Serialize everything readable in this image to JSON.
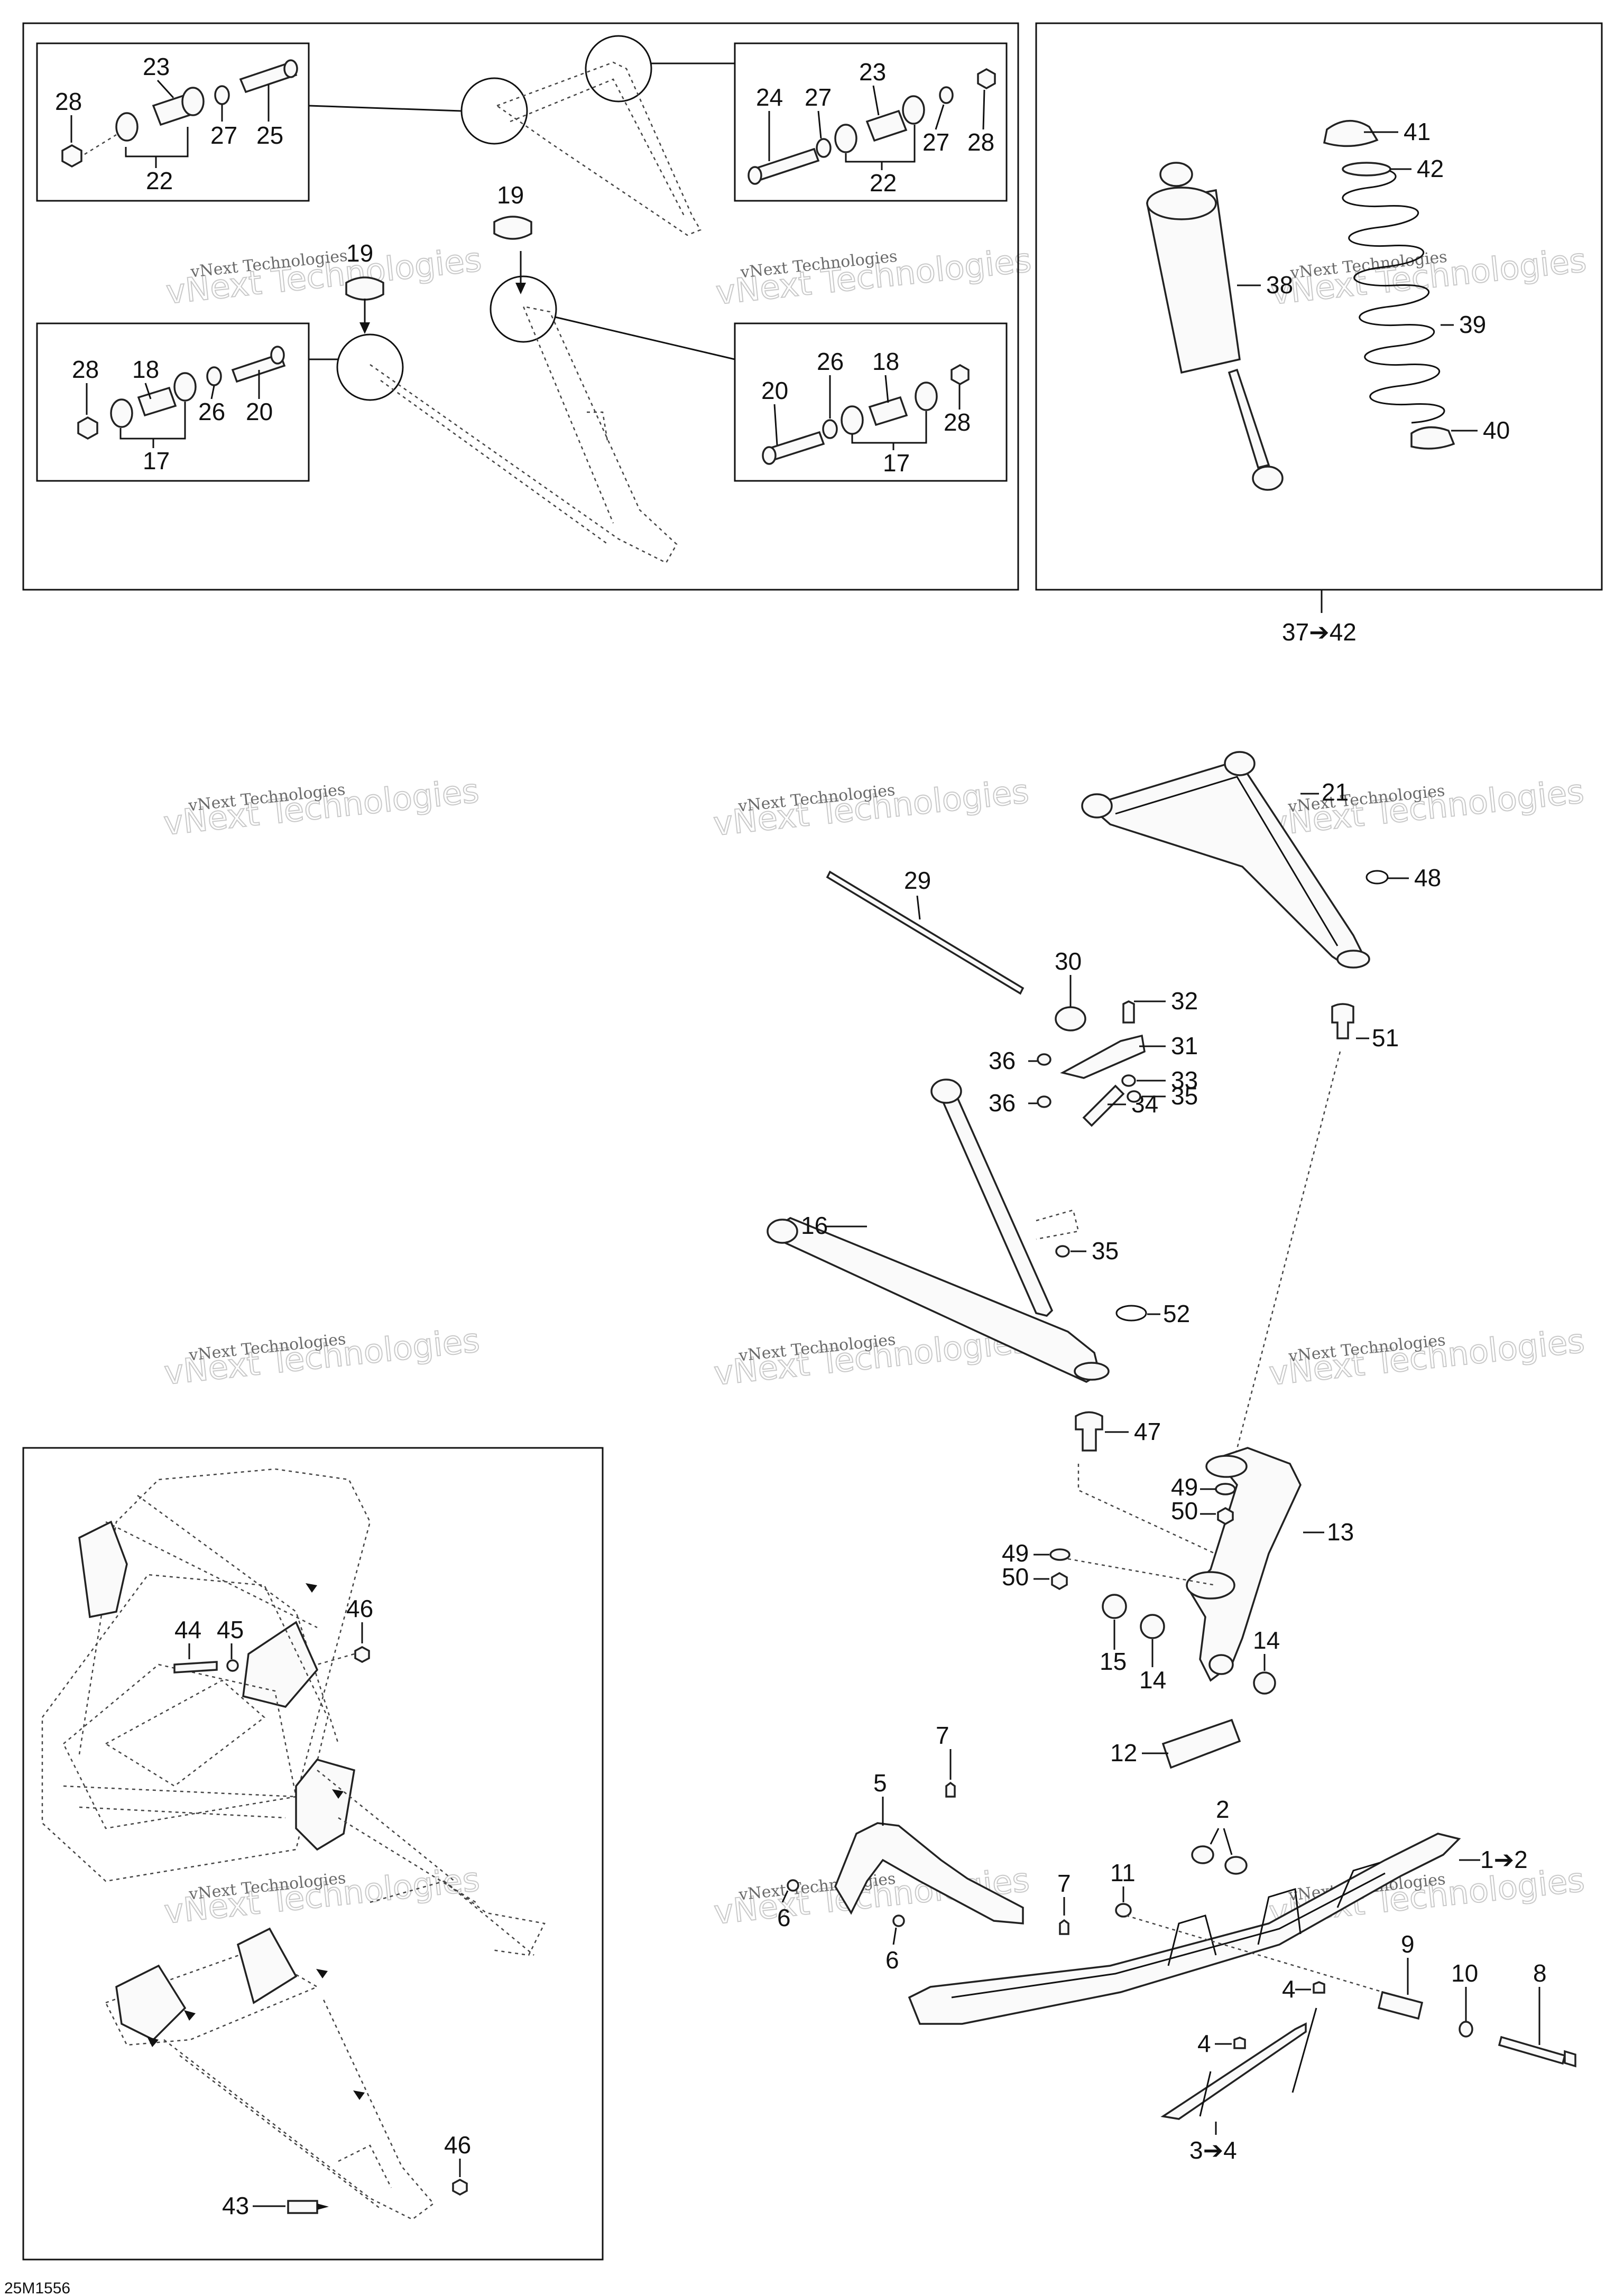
{
  "diagram_code": "25M1556",
  "watermark": {
    "line1": "vNext Technologies",
    "line2": "vNext Technologies"
  },
  "labels": {
    "b1_28": "28",
    "b1_23": "23",
    "b1_27": "27",
    "b1_25": "25",
    "b1_22": "22",
    "b2_24": "24",
    "b2_27a": "27",
    "b2_23": "23",
    "b2_27b": "27",
    "b2_28": "28",
    "b2_22": "22",
    "m_19a": "19",
    "m_19b": "19",
    "b3_28": "28",
    "b3_18": "18",
    "b3_26": "26",
    "b3_20": "20",
    "b3_17": "17",
    "b4_20": "20",
    "b4_26": "26",
    "b4_18": "18",
    "b4_28": "28",
    "b4_17": "17",
    "s_41": "41",
    "s_42": "42",
    "s_38": "38",
    "s_39": "39",
    "s_40": "40",
    "s_range": "37➔42",
    "p_21": "21",
    "p_48": "48",
    "p_29": "29",
    "p_30": "30",
    "p_32": "32",
    "p_31": "31",
    "p_36a": "36",
    "p_33": "33",
    "p_36b": "36",
    "p_35a": "35",
    "p_34": "34",
    "p_51": "51",
    "p_16": "16",
    "p_35b": "35",
    "p_52": "52",
    "p_47": "47",
    "p_13": "13",
    "p_49a": "49",
    "p_50a": "50",
    "p_49b": "49",
    "p_50b": "50",
    "p_14a": "14",
    "p_15": "15",
    "p_14b": "14",
    "p_12": "12",
    "p_7a": "7",
    "p_5": "5",
    "p_2": "2",
    "p_1": "1➔2",
    "p_6a": "6",
    "p_7b": "7",
    "p_11": "11",
    "p_6b": "6",
    "p_9": "9",
    "p_10": "10",
    "p_8": "8",
    "p_4a": "4",
    "p_4b": "4",
    "p_3": "3➔4",
    "f_46a": "46",
    "f_44": "44",
    "f_45": "45",
    "f_46b": "46",
    "f_43": "43"
  }
}
